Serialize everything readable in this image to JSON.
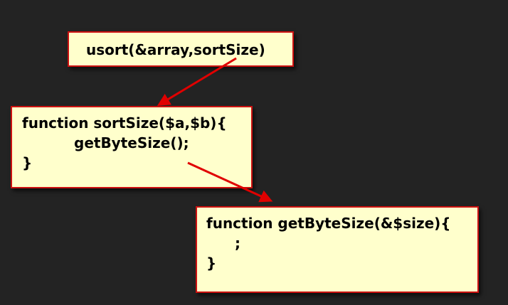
{
  "boxes": {
    "usort": {
      "line1": "usort(&array,sortSize)"
    },
    "sortsize": {
      "line1": "function sortSize($a,$b){",
      "line2": "getByteSize();",
      "line3": "}"
    },
    "getbytesize": {
      "line1": "function getByteSize(&$size){",
      "line2": ";",
      "line3": "}"
    }
  },
  "colors": {
    "background": "#232323",
    "box_fill": "#ffffcc",
    "box_border": "#cc1111",
    "arrow": "#e00000"
  }
}
